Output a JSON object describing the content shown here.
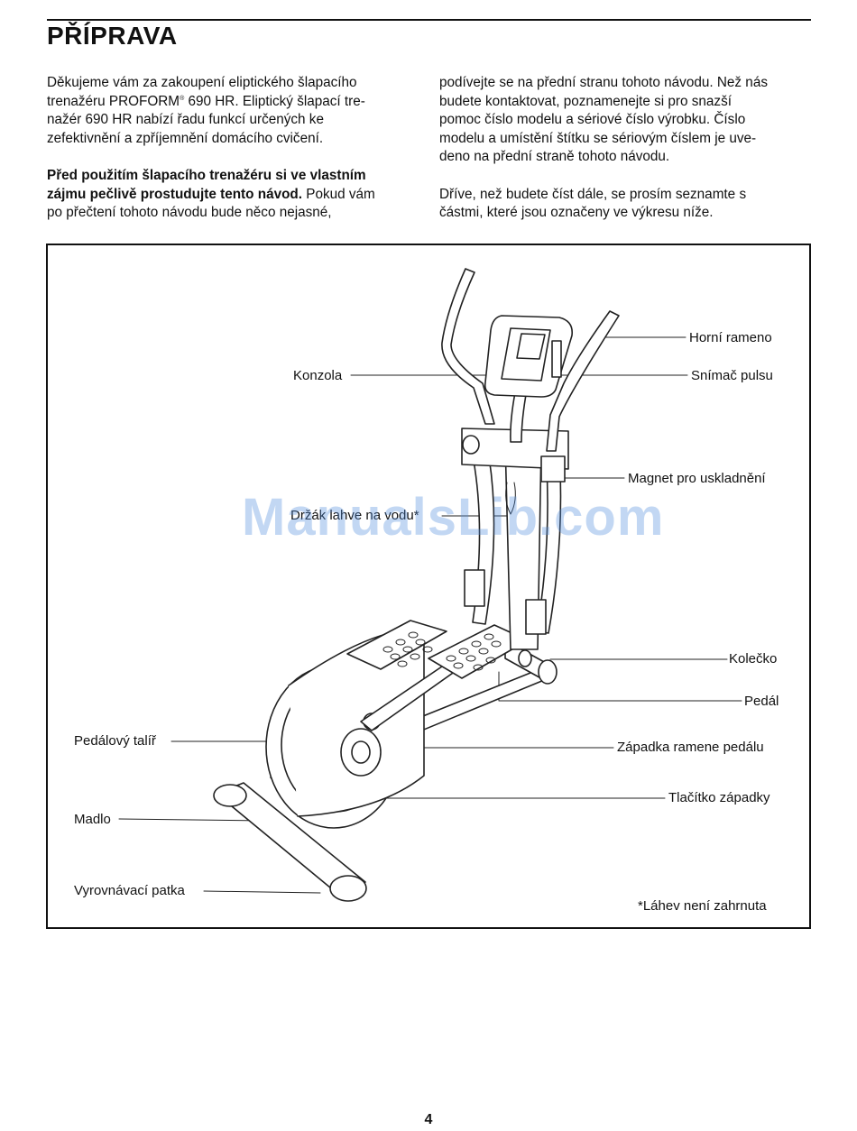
{
  "header": {
    "title": "PŘÍPRAVA"
  },
  "intro": {
    "left_p1": [
      "Děkujeme vám za zakoupení eliptického šlapacího",
      "trenažéru PROFORM",
      "®",
      " 690 HR. Eliptický šlapací tre-",
      "nažér 690 HR nabízí řadu funkcí určených ke",
      "zefektivnění a zpříjemnění domácího cvičení."
    ],
    "left_p2_bold": [
      "Před použitím šlapacího trenažéru si ve vlastním",
      "zájmu pečlivě prostudujte tento návod."
    ],
    "left_p2_rest": [
      " Pokud vám",
      "po přečtení tohoto návodu bude něco nejasné,"
    ],
    "right_p1": [
      "podívejte se na přední stranu tohoto návodu. Než nás",
      "budete kontaktovat, poznamenejte si pro snazší",
      "pomoc číslo modelu a sériové číslo výrobku. Číslo",
      "modelu a umístění štítku se sériovým číslem je uve-",
      "deno na přední straně tohoto návodu."
    ],
    "right_p2": [
      "Dříve, než budete číst dále, se prosím seznamte s",
      "částmi, které jsou označeny ve výkresu níže."
    ]
  },
  "figure": {
    "labels": {
      "upper_arm": "Horní rameno",
      "console": "Konzola",
      "pulse_sensor": "Snímač pulsu",
      "storage_magnet": "Magnet pro uskladnění",
      "bottle_holder": "Držák lahve na vodu*",
      "wheel": "Kolečko",
      "pedal": "Pedál",
      "pedal_disc": "Pedálový talíř",
      "pedal_arm_latch": "Západka ramene pedálu",
      "latch_button": "Tlačítko západky",
      "handle": "Madlo",
      "leveling_foot": "Vyrovnávací patka"
    },
    "footnote": "*Láhev není zahrnuta",
    "watermark": "ManualsLib.com"
  },
  "footer": {
    "page_number": "4"
  }
}
